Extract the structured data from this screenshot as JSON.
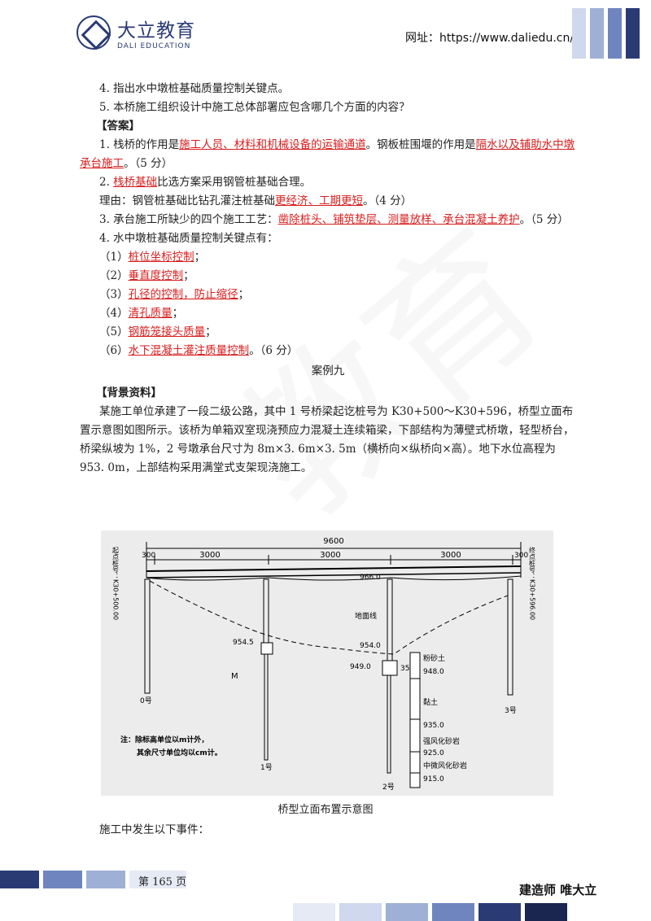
{
  "header": {
    "logo_cn": "大立教育",
    "logo_en": "DALI EDUCATION",
    "site": "网址：https://www.daliedu.cn/"
  },
  "questions": {
    "q4": "4. 指出水中墩桩基础质量控制关键点。",
    "q5": "5. 本桥施工组织设计中施工总体部署应包含哪几个方面的内容？"
  },
  "answer": {
    "heading": "【答案】",
    "a1_pre": "1. 栈桥的作用是",
    "a1_red1": "施工人员、材料和机械设备的运输通道",
    "a1_mid": "。钢板桩围堰的作用是",
    "a1_red2": "隔水以及辅助水中墩承台施工",
    "a1_post": "。（5 分）",
    "a2_pre": "2. ",
    "a2_red": "栈桥基础",
    "a2_post": "比选方案采用钢管桩基础合理。",
    "a2_reason_pre": "理由：钢管桩基础比钻孔灌注桩基础",
    "a2_reason_red": "更经济、工期更短",
    "a2_reason_post": "。（4 分）",
    "a3_pre": "3. 承台施工所缺少的四个施工工艺：",
    "a3_red": "凿除桩头、铺筑垫层、测量放样、承台混凝土养护",
    "a3_post": "。（5 分）",
    "a4_intro": "4. 水中墩桩基础质量控制关键点有：",
    "a4_items": [
      {
        "no": "（1）",
        "text": "桩位坐标控制",
        "end": "；"
      },
      {
        "no": "（2）",
        "text": "垂直度控制",
        "end": "；"
      },
      {
        "no": "（3）",
        "text": "孔径的控制，防止缩径",
        "end": "；"
      },
      {
        "no": "（4）",
        "text": "清孔质量",
        "end": "；"
      },
      {
        "no": "（5）",
        "text": "钢筋笼接头质量",
        "end": "；"
      },
      {
        "no": "（6）",
        "text": "水下混凝土灌注质量控制",
        "end": "。（6 分）"
      }
    ]
  },
  "case": {
    "title": "案例九",
    "bg_heading": "【背景资料】",
    "bg_text": "某施工单位承建了一段二级公路，其中 1 号桥梁起讫桩号为 K30+500～K30+596，桥型立面布置示意图如图所示。该桥为单箱双室现浇预应力混凝土连续箱梁，下部结构为薄壁式桥墩，轻型桥台，桥梁纵坡为 1%，2 号墩承台尺寸为 8m×3. 6m×3. 5m（横桥向×纵桥向×高）。地下水位高程为 953. 0m，上部结构采用满堂式支架现浇施工。"
  },
  "figure": {
    "caption": "桥型立面布置示意图",
    "total_span": "9600",
    "spans": [
      "300",
      "3000",
      "3000",
      "3000",
      "300"
    ],
    "start_label": "起点桩号：K30+500.00",
    "end_label": "终点桩号：K30+596.00",
    "elev_966": "966.0",
    "elev_954_5": "954.5",
    "elev_954_0": "954.0",
    "elev_949": "949.0",
    "dim_350": "350",
    "ground_line": "地面线",
    "pier_m": "M",
    "piers": [
      "0号",
      "1号",
      "2号",
      "3号"
    ],
    "soil_layers": [
      {
        "name": "粉砂土",
        "elev": "948.0"
      },
      {
        "name": "黏土",
        "elev": "935.0"
      },
      {
        "name": "强风化砂岩",
        "elev": "925.0"
      },
      {
        "name": "中微风化砂岩",
        "elev": "915.0"
      }
    ],
    "note_line1": "注：除标高单位以m计外，",
    "note_line2": "其余尺寸单位均以cm计。"
  },
  "after_text": "施工中发生以下事件：",
  "footer": {
    "page": "第 165 页",
    "slogan": "建造师  唯大立"
  },
  "colors": {
    "brand": "#2a3b74",
    "answer_red": "#d81e1e"
  }
}
